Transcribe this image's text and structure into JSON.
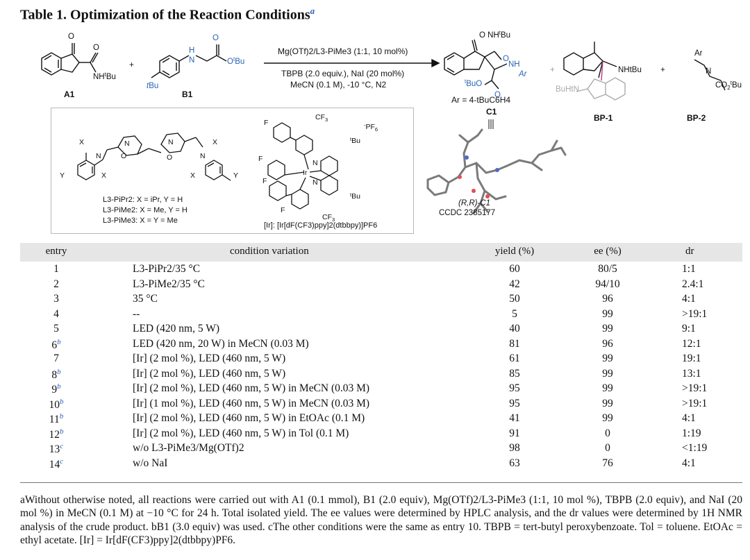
{
  "title": {
    "text": "Table 1. Optimization of the Reaction Conditions",
    "note_mark": "a"
  },
  "scheme": {
    "label_a1": "A1",
    "label_b1": "B1",
    "plus": "+",
    "arrow_top": "Mg(OTf)2/L3-PiMe3 (1:1, 10 mol%)",
    "arrow_bottom1": "TBPB (2.0 equiv.), NaI (20 mol%)",
    "arrow_bottom2": "MeCN (0.1 M), -10 °C, N2",
    "ar_def": "Ar = 4-tBuC6H4",
    "label_c1": "C1",
    "label_bp1": "BP-1",
    "label_bp2": "BP-2",
    "xtal_label": "(R,R)-C1",
    "ccdc": "CCDC 2385177",
    "ligand_1": "L3-PiPr2: X = iPr, Y = H",
    "ligand_2": "L3-PiMe2: X = Me, Y = H",
    "ligand_3": "L3-PiMe3: X = Y = Me",
    "ir_label": "[Ir]: [Ir[dF(CF3)ppy]2(dtbbpy)]PF6"
  },
  "table": {
    "headers": {
      "entry": "entry",
      "condition": "condition variation",
      "yield": "yield (%)",
      "ee": "ee (%)",
      "dr": "dr"
    },
    "rows": [
      {
        "entry": "1",
        "mark": "",
        "condition": "L3-PiPr2/35 °C",
        "yield": "60",
        "ee": "80/5",
        "dr": "1:1"
      },
      {
        "entry": "2",
        "mark": "",
        "condition": "L3-PiMe2/35 °C",
        "yield": "42",
        "ee": "94/10",
        "dr": "2.4:1"
      },
      {
        "entry": "3",
        "mark": "",
        "condition": "35 °C",
        "yield": "50",
        "ee": "96",
        "dr": "4:1"
      },
      {
        "entry": "4",
        "mark": "",
        "condition": "--",
        "yield": "5",
        "ee": "99",
        "dr": ">19:1"
      },
      {
        "entry": "5",
        "mark": "",
        "condition": "LED (420 nm, 5 W)",
        "yield": "40",
        "ee": "99",
        "dr": "9:1"
      },
      {
        "entry": "6",
        "mark": "b",
        "condition": "LED (420 nm, 20 W) in MeCN (0.03 M)",
        "yield": "81",
        "ee": "96",
        "dr": "12:1"
      },
      {
        "entry": "7",
        "mark": "",
        "condition": "[Ir] (2 mol %), LED (460 nm, 5 W)",
        "yield": "61",
        "ee": "99",
        "dr": "19:1"
      },
      {
        "entry": "8",
        "mark": "b",
        "condition": "[Ir] (2 mol %), LED (460 nm, 5 W)",
        "yield": "85",
        "ee": "99",
        "dr": "13:1"
      },
      {
        "entry": "9",
        "mark": "b",
        "condition": "[Ir] (2 mol %), LED (460 nm, 5 W) in MeCN (0.03 M)",
        "yield": "95",
        "ee": "99",
        "dr": ">19:1"
      },
      {
        "entry": "10",
        "mark": "b",
        "condition": "[Ir] (1 mol %), LED (460 nm, 5 W) in MeCN (0.03 M)",
        "yield": "95",
        "ee": "99",
        "dr": ">19:1"
      },
      {
        "entry": "11",
        "mark": "b",
        "condition": "[Ir] (2 mol %), LED (460 nm, 5 W) in EtOAc (0.1 M)",
        "yield": "41",
        "ee": "99",
        "dr": "4:1"
      },
      {
        "entry": "12",
        "mark": "b",
        "condition": "[Ir] (2 mol %), LED (460 nm, 5 W) in Tol (0.1 M)",
        "yield": "91",
        "ee": "0",
        "dr": "1:19"
      },
      {
        "entry": "13",
        "mark": "c",
        "condition": "w/o L3-PiMe3/Mg(OTf)2",
        "yield": "98",
        "ee": "0",
        "dr": "<1:19"
      },
      {
        "entry": "14",
        "mark": "c",
        "condition": "w/o NaI",
        "yield": "63",
        "ee": "76",
        "dr": "4:1"
      }
    ]
  },
  "footnote": "aWithout otherwise noted, all reactions were carried out with A1 (0.1 mmol), B1 (2.0 equiv), Mg(OTf)2/L3-PiMe3 (1:1, 10 mol %), TBPB (2.0 equiv), and NaI (20 mol %) in MeCN (0.1 M) at −10 °C for 24 h. Total isolated yield. The ee values were determined by HPLC analysis, and the dr values were determined by 1H NMR analysis of the crude product. bB1 (3.0 equiv) was used. cThe other conditions were the same as entry 10. TBPB = tert-butyl peroxybenzoate. Tol = toluene. EtOAc = ethyl acetate. [Ir] = Ir[dF(CF3)ppy]2(dtbbpy)PF6."
}
